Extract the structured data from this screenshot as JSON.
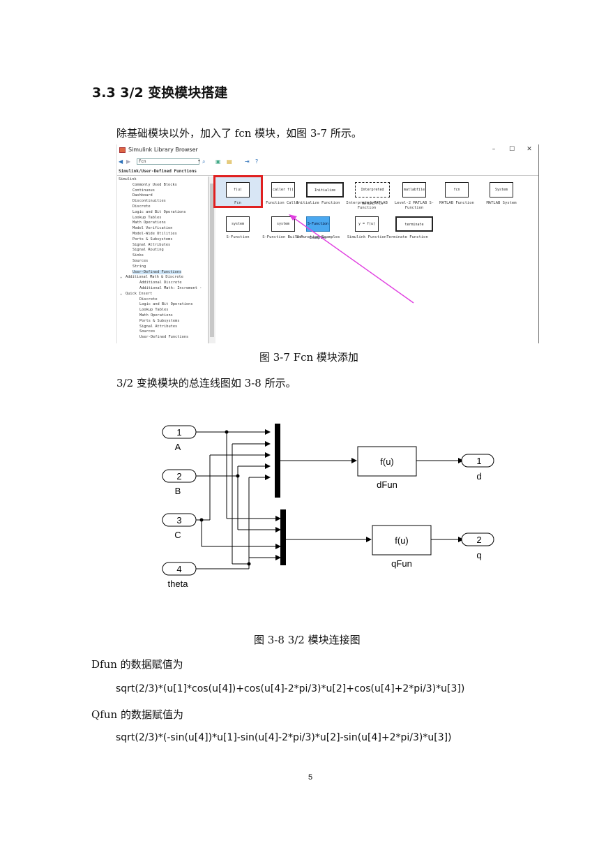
{
  "section": {
    "number": "3.3",
    "title": "3/2 变换模块搭建"
  },
  "intro": "除基础模块以外，加入了 fcn 模块，如图 3-7 所示。",
  "library_browser": {
    "window_title": "Simulink Library Browser",
    "window_controls": [
      "–",
      "☐",
      "✕"
    ],
    "search_value": "Fcn",
    "path": "Simulink/User-Defined Functions",
    "tree": [
      "Simulink",
      "Commonly Used Blocks",
      "Continuous",
      "Dashboard",
      "Discontinuities",
      "Discrete",
      "Logic and Bit Operations",
      "Lookup Tables",
      "Math Operations",
      "Model Verification",
      "Model-Wide Utilities",
      "Ports & Subsystems",
      "Signal Attributes",
      "Signal Routing",
      "Sinks",
      "Sources",
      "String",
      "User-Defined Functions",
      "Additional Math & Discrete",
      "Additional Discrete",
      "Additional Math: Increment -",
      "Quick Insert",
      "Discrete",
      "Logic and Bit Operations",
      "Lookup Tables",
      "Math Operations",
      "Ports & Subsystems",
      "Signal Attributes",
      "Sources",
      "User-Defined Functions"
    ],
    "blocks_row1": [
      {
        "icon_text": "f(u)",
        "label": "Fcn"
      },
      {
        "icon_text": "caller f()",
        "label": "Function Caller"
      },
      {
        "icon_text": "Initialize",
        "label": "Initialize Function"
      },
      {
        "icon_text": "Interpreted MATLAB Fcn",
        "label": "Interpreted MATLAB Function"
      },
      {
        "icon_text": "matlabfile",
        "label": "Level-2 MATLAB S-Function"
      },
      {
        "icon_text": "fcn",
        "label": "MATLAB Function"
      },
      {
        "icon_text": "System",
        "label": "MATLAB System"
      }
    ],
    "blocks_row2": [
      {
        "icon_text": "system",
        "label": "S-Function"
      },
      {
        "icon_text": "system",
        "label": "S-Function Builder"
      },
      {
        "icon_text": "S-Function Examples",
        "label": "S-Function Examples"
      },
      {
        "icon_text": "y = f(u)",
        "label": "Simulink Function"
      },
      {
        "icon_text": "terminate",
        "label": "Terminate Function"
      }
    ]
  },
  "figure1_caption": "图 3-7    Fcn 模块添加",
  "paragraph2": "3/2 变换模块的总连线图如 3-8 所示。",
  "diagram": {
    "inputs": [
      {
        "port": "1",
        "label": "A"
      },
      {
        "port": "2",
        "label": "B"
      },
      {
        "port": "3",
        "label": "C"
      },
      {
        "port": "4",
        "label": "theta"
      }
    ],
    "functions": [
      {
        "text": "f(u)",
        "label": "dFun"
      },
      {
        "text": "f(u)",
        "label": "qFun"
      }
    ],
    "outputs": [
      {
        "port": "1",
        "label": "d"
      },
      {
        "port": "2",
        "label": "q"
      }
    ]
  },
  "figure2_caption": "图 3-8    3/2 模块连接图",
  "dfun_title": "Dfun 的数据赋值为",
  "dfun_expr": "sqrt(2/3)*(u[1]*cos(u[4])+cos(u[4]-2*pi/3)*u[2]+cos(u[4]+2*pi/3)*u[3])",
  "qfun_title": "Qfun 的数据赋值为",
  "qfun_expr": "sqrt(2/3)*(-sin(u[4])*u[1]-sin(u[4]-2*pi/3)*u[2]-sin(u[4]+2*pi/3)*u[3])",
  "page_number": "5"
}
